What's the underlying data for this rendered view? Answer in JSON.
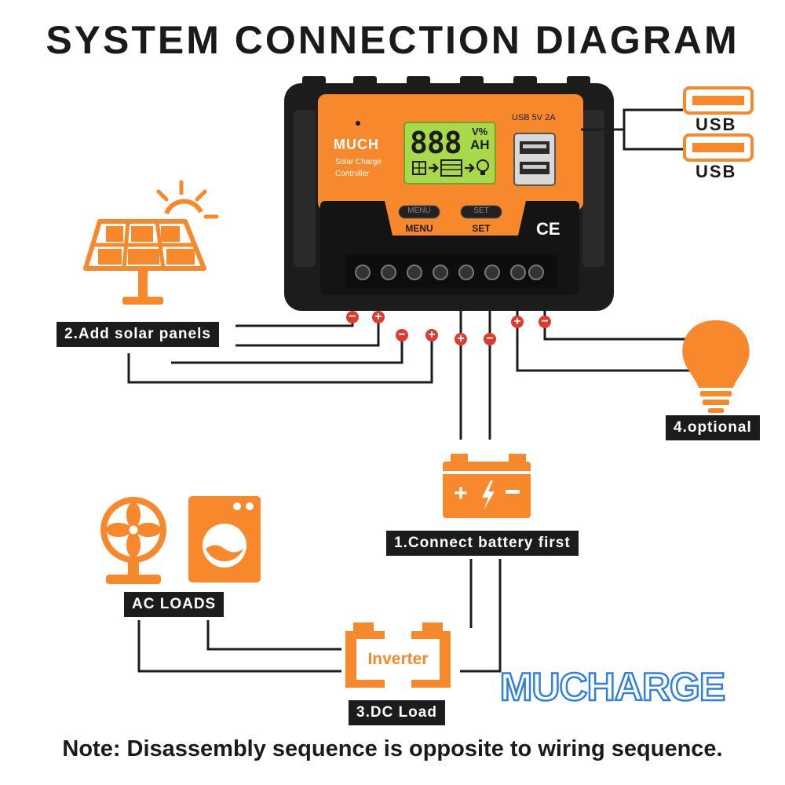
{
  "title": "SYSTEM CONNECTION DIAGRAM",
  "note": "Note: Disassembly sequence is opposite to wiring sequence.",
  "colors": {
    "orange": "#f7892c",
    "dark": "#1c1c1c",
    "lcd": "#a8d94a",
    "white": "#ffffff"
  },
  "controller": {
    "brand": "MUCH",
    "subtitle_line1": "Solar Charge",
    "subtitle_line2": "Controller",
    "usb_spec": "USB 5V 2A",
    "lcd_digits": "888",
    "lcd_unit_top": "V%",
    "lcd_unit_bottom": "AH",
    "menu_button": "MENU",
    "set_button": "SET",
    "menu_label": "MENU",
    "set_label": "SET",
    "ce_mark": "CE"
  },
  "usb_ports": [
    {
      "label": "USB"
    },
    {
      "label": "USB"
    }
  ],
  "steps": {
    "battery": "1.Connect battery first",
    "solar": "2.Add solar panels",
    "dc_load": "3.DC Load",
    "optional": "4.optional",
    "ac_loads": "AC LOADS"
  },
  "inverter_label": "Inverter",
  "watermark": "MUCHARGE",
  "terminals": [
    "−",
    "+",
    "−",
    "+",
    "+",
    "−",
    "+",
    "−"
  ],
  "icons": [
    "solar-panel-icon",
    "sun-icon",
    "light-bulb-icon",
    "battery-icon",
    "fan-icon",
    "washing-machine-icon",
    "inverter-icon",
    "usb-port-icon"
  ]
}
